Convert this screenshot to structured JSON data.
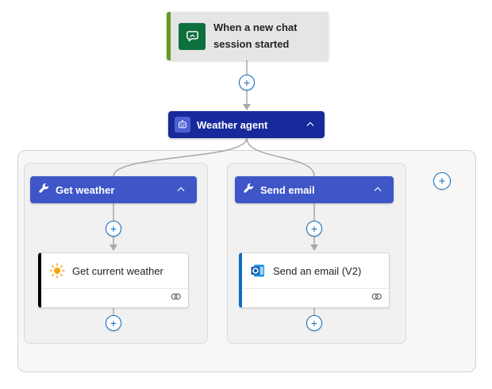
{
  "trigger": {
    "label": "When a new chat session started"
  },
  "agent": {
    "label": "Weather agent"
  },
  "branches": [
    {
      "header": "Get weather",
      "action": "Get current weather"
    },
    {
      "header": "Send email",
      "action": "Send an email (V2)"
    }
  ],
  "plus": "+",
  "icons": {
    "trigger": "chat-bubble-icon",
    "agent": "bot-icon",
    "branch": "wrench-icon",
    "collapse": "chevron-up-icon",
    "weather_action": "sun-icon",
    "email_action": "outlook-icon",
    "card_footer": "connection-icon",
    "add": "plus-icon"
  },
  "colors": {
    "trigger_accent": "#67971f",
    "trigger_icon_bg": "#0e703f",
    "agent_header": "#182a9b",
    "branch_header": "#3e56c7",
    "weather_card_accent": "#000000",
    "email_card_accent": "#0f6cbd",
    "plus_blue": "#0f6cbd",
    "connector_gray": "#a8a8a8",
    "container_bg": "#f7f7f7"
  }
}
